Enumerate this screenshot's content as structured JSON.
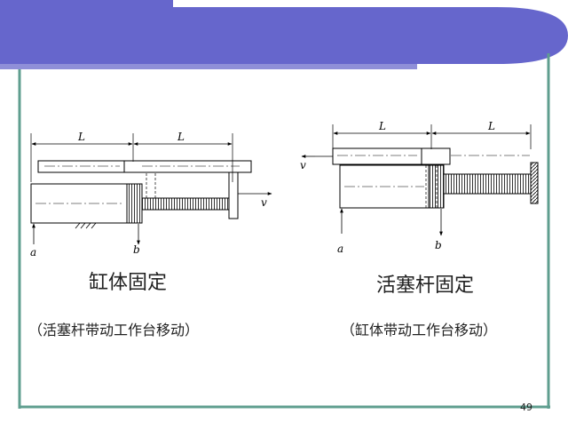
{
  "colors": {
    "header_blue": "#6666cc",
    "frame_teal": "#5f9e8f",
    "line": "#000000"
  },
  "left_diagram": {
    "dim_label_1": "L",
    "dim_label_2": "L",
    "velocity_label": "v",
    "port_a_label": "a",
    "port_b_label": "b",
    "title": "缸体固定",
    "subtitle": "（活塞杆带动工作台移动）"
  },
  "right_diagram": {
    "dim_label_1": "L",
    "dim_label_2": "L",
    "velocity_label": "v",
    "port_a_label": "a",
    "port_b_label": "b",
    "title": "活塞杆固定",
    "subtitle": "（缸体带动工作台移动）"
  },
  "page_number": "49"
}
